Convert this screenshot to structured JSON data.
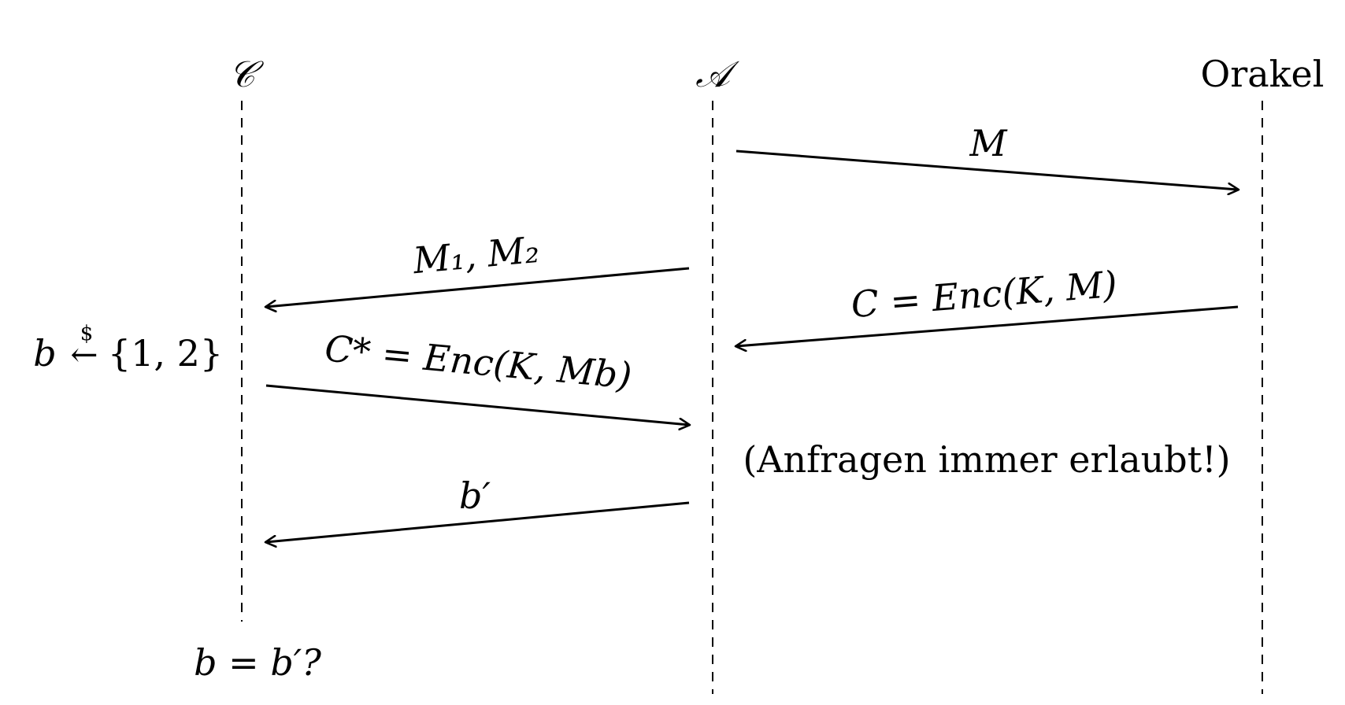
{
  "parties": {
    "challenger": "𝒞",
    "adversary": "𝒜",
    "oracle": "Orakel"
  },
  "messages": {
    "oracle_query": "M",
    "challenge_messages": "M₁, M₂",
    "oracle_reply": "C = Enc(K, M)",
    "challenge_ciphertext": "C* = Enc(K, Mb)",
    "guess": "b′"
  },
  "annotations": {
    "sampling": "b ←$ {1, 2}",
    "sampling_lhs": "b",
    "sampling_arrow": "←",
    "sampling_dollar": "$",
    "sampling_set": "{1, 2}",
    "final_check": "b = b′?",
    "oracle_note": "(Anfragen immer erlaubt!)"
  }
}
